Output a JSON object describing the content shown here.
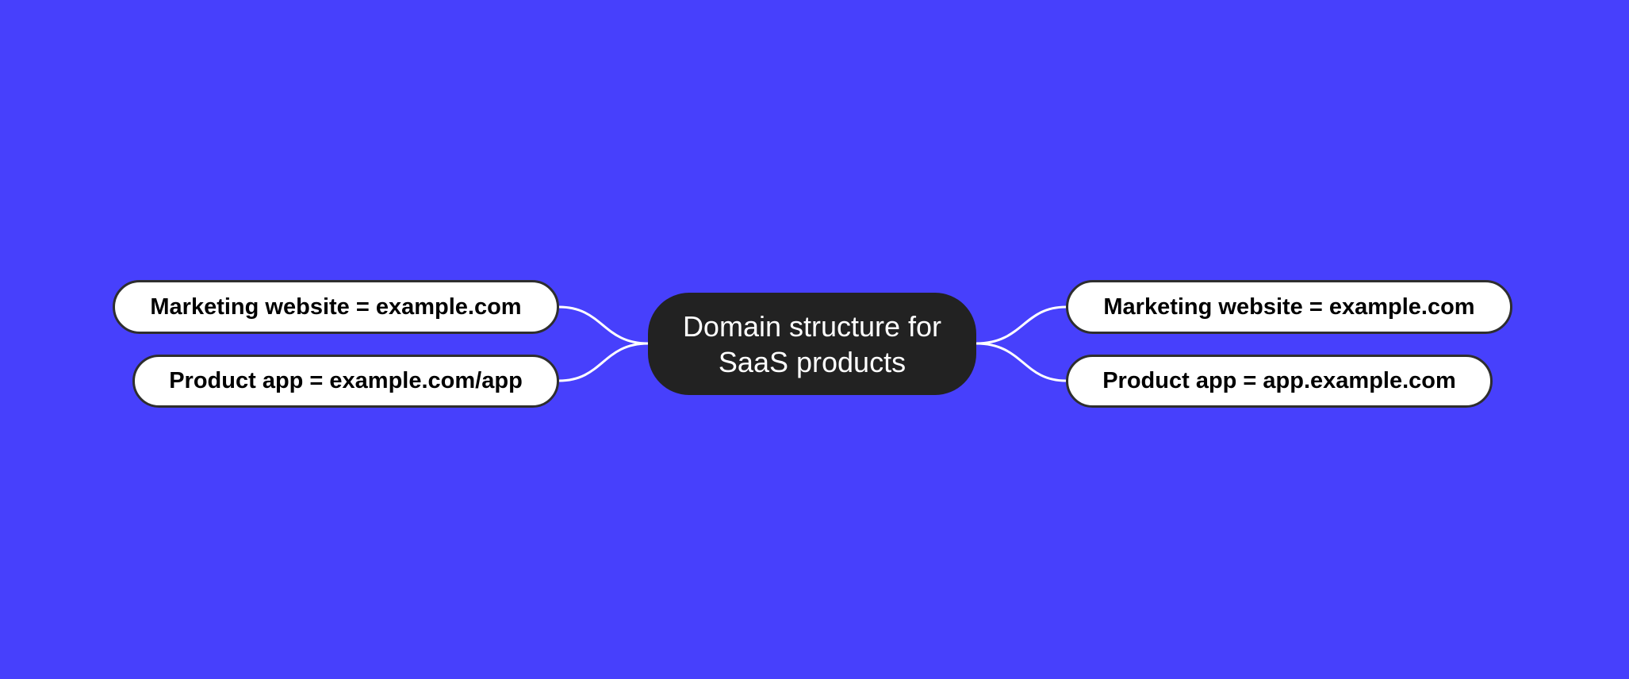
{
  "diagram": {
    "type": "mind-map",
    "colors": {
      "background": "#4740FC",
      "center_fill": "#222222",
      "center_text": "#FFFFFF",
      "leaf_fill": "#FFFFFF",
      "leaf_border": "#2E2E2E",
      "leaf_text": "#000000",
      "connector": "#FFFFFF"
    },
    "center": {
      "line1": "Domain structure for",
      "line2": "SaaS products"
    },
    "left_branches": [
      {
        "label": "Marketing website = example.com"
      },
      {
        "label": "Product app = example.com/app"
      }
    ],
    "right_branches": [
      {
        "label": "Marketing website = example.com"
      },
      {
        "label": "Product app = app.example.com"
      }
    ]
  }
}
